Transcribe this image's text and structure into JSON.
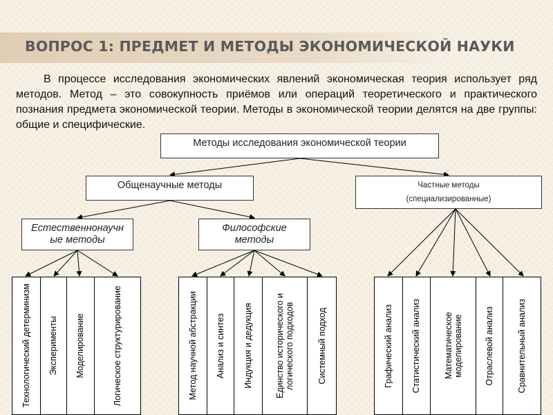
{
  "slide": {
    "title": "ВОПРОС 1: ПРЕДМЕТ И МЕТОДЫ ЭКОНОМИЧЕСКОЙ НАУКИ",
    "intro": "В процессе исследования экономических явлений экономическая теория использует ряд методов. Метод – это совокупность приёмов или операций теоретического и практического познания предмета экономической теории. Методы в экономической теории делятся на две группы: общие и специфические."
  },
  "diagram": {
    "root": "Методы исследования экономической теории",
    "general": "Общенаучные методы",
    "particular": {
      "line1": "Частные методы",
      "line2": "(специализированные)"
    },
    "natural_sci": {
      "line1": "Естественнонаучн",
      "line2": "ые методы"
    },
    "philosophical": {
      "line1": "Философские",
      "line2": "методы"
    },
    "natural_leaves": [
      "Технологический детерминизм",
      "Эксперименты",
      "Моделирование",
      "Логическое структурирование"
    ],
    "philosophical_leaves": [
      "Метод научной абстракции",
      "Анализ и синтез",
      "Индукция и дедукция",
      "Единство исторического и логического подходов",
      "Системный подход"
    ],
    "particular_leaves": [
      "Графический анализ",
      "Статистический анализ",
      "Математическое моделирование",
      "Отраслевой анализ",
      "Сравнительный анализ"
    ]
  }
}
